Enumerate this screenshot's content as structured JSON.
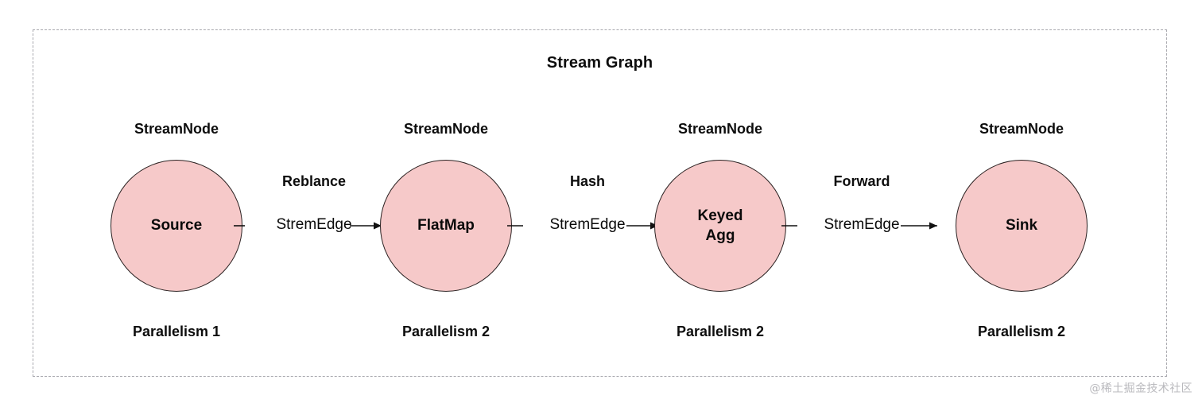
{
  "graph": {
    "title": "Stream Graph",
    "border_color": "#a8a8ae",
    "node_fill": "#f6c9c9",
    "node_stroke": "#2b2222"
  },
  "nodes": [
    {
      "type_label": "StreamNode",
      "name": "Source",
      "parallelism": "Parallelism 1"
    },
    {
      "type_label": "StreamNode",
      "name": "FlatMap",
      "parallelism": "Parallelism 2"
    },
    {
      "type_label": "StreamNode",
      "name": "Keyed\nAgg",
      "parallelism": "Parallelism 2"
    },
    {
      "type_label": "StreamNode",
      "name": "Sink",
      "parallelism": "Parallelism 2"
    }
  ],
  "edges": [
    {
      "partition": "Reblance",
      "name": "StremEdge"
    },
    {
      "partition": "Hash",
      "name": "StremEdge"
    },
    {
      "partition": "Forward",
      "name": "StremEdge"
    }
  ],
  "watermark": "@稀土掘金技术社区"
}
